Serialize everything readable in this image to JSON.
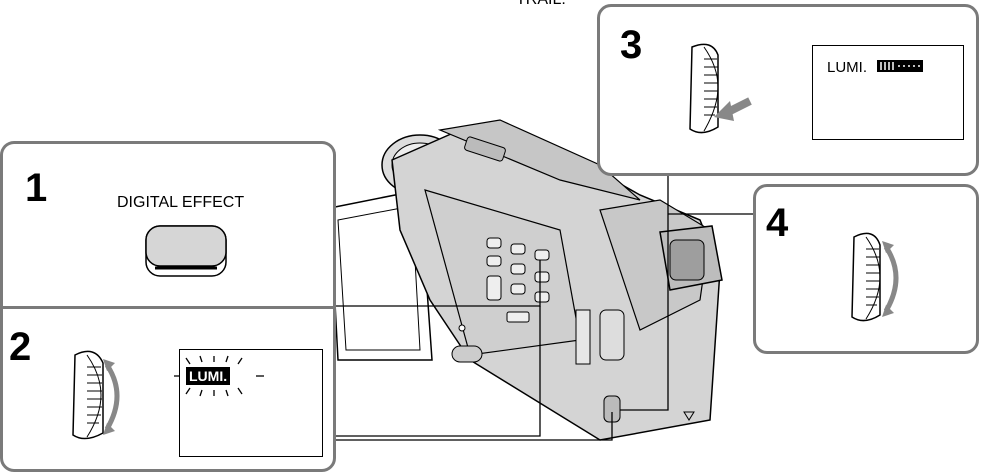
{
  "top_caption": "TRAIL.",
  "steps": [
    {
      "number": "1",
      "label": "DIGITAL EFFECT"
    },
    {
      "number": "2",
      "screen_text": "LUMI."
    },
    {
      "number": "3",
      "screen_text": "LUMI."
    },
    {
      "number": "4"
    }
  ],
  "icons": [
    "digital-effect-button",
    "seek-dial",
    "camcorder-illustration",
    "press-arrow",
    "rotate-arrow"
  ],
  "colors": {
    "panel_border": "#7a7a7a",
    "line": "#000000"
  }
}
